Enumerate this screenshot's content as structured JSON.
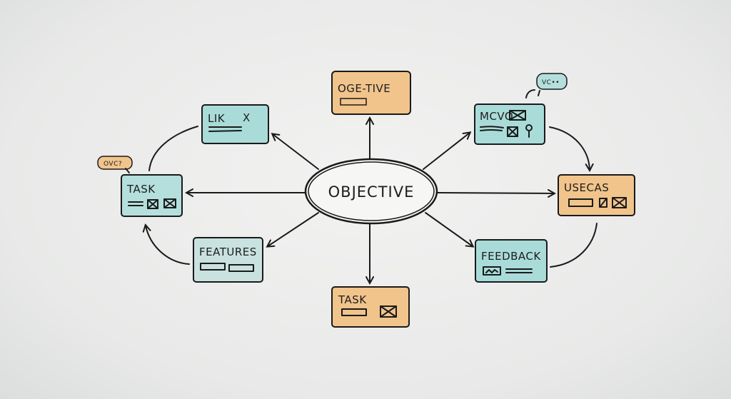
{
  "colors": {
    "teal": "#a9dcd9",
    "orange": "#f1c48c",
    "ink": "#1a1a1a"
  },
  "center": {
    "label": "OBJECTIVE"
  },
  "nodes": {
    "top_objective": {
      "label": "OGE-TIVE"
    },
    "lik": {
      "label": "LIK",
      "mark": "X"
    },
    "task_left": {
      "label": "TASK"
    },
    "features": {
      "label": "FEATURES"
    },
    "task_bottom": {
      "label": "TASK"
    },
    "mcvo": {
      "label": "MCVO"
    },
    "usecas": {
      "label": "USECAS"
    },
    "feedback": {
      "label": "FEEDBACK"
    }
  },
  "bubbles": {
    "left": "OVC?",
    "right": "VC••"
  }
}
